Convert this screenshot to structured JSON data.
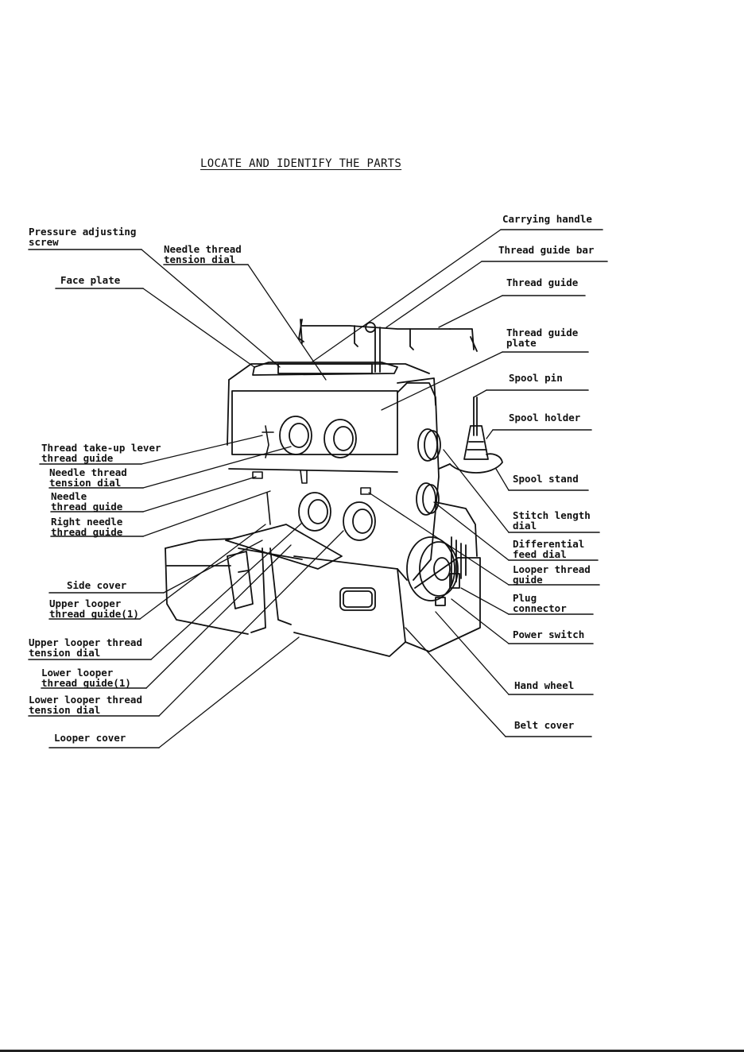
{
  "page": {
    "title": "LOCATE AND IDENTIFY THE PARTS"
  },
  "labels": {
    "pressure_adjusting_screw": [
      "Pressure adjusting",
      "screw"
    ],
    "needle_thread_tension_dial_top": [
      "Needle thread",
      "tension dial"
    ],
    "face_plate": [
      "Face plate"
    ],
    "thread_takeup_lever_guide": [
      "Thread take-up lever",
      "thread guide"
    ],
    "needle_thread_tension_dial": [
      "Needle thread",
      "tension dial"
    ],
    "needle_thread_guide": [
      "Needle",
      "thread guide"
    ],
    "right_needle_thread_guide": [
      "Right needle",
      "thread guide"
    ],
    "side_cover": [
      "Side cover"
    ],
    "upper_looper_thread_guide": [
      "Upper looper",
      "thread guide(1)"
    ],
    "upper_looper_thread_tension_dial": [
      "Upper looper thread",
      "tension dial"
    ],
    "lower_looper_thread_guide": [
      "Lower looper",
      "thread guide(1)"
    ],
    "lower_looper_thread_tension_dial": [
      "Lower looper thread",
      "tension dial"
    ],
    "looper_cover": [
      "Looper cover"
    ],
    "carrying_handle": [
      "Carrying handle"
    ],
    "thread_guide_bar": [
      "Thread guide bar"
    ],
    "thread_guide": [
      "Thread guide"
    ],
    "thread_guide_plate": [
      "Thread guide",
      "plate"
    ],
    "spool_pin": [
      "Spool pin"
    ],
    "spool_holder": [
      "Spool holder"
    ],
    "spool_stand": [
      "Spool stand"
    ],
    "stitch_length_dial": [
      "Stitch length",
      "dial"
    ],
    "differential_feed_dial": [
      "Differential",
      "feed dial"
    ],
    "looper_thread_guide": [
      "Looper thread",
      "guide"
    ],
    "plug_connector": [
      "Plug",
      "connector"
    ],
    "power_switch": [
      "Power switch"
    ],
    "hand_wheel": [
      "Hand wheel"
    ],
    "belt_cover": [
      "Belt cover"
    ]
  }
}
